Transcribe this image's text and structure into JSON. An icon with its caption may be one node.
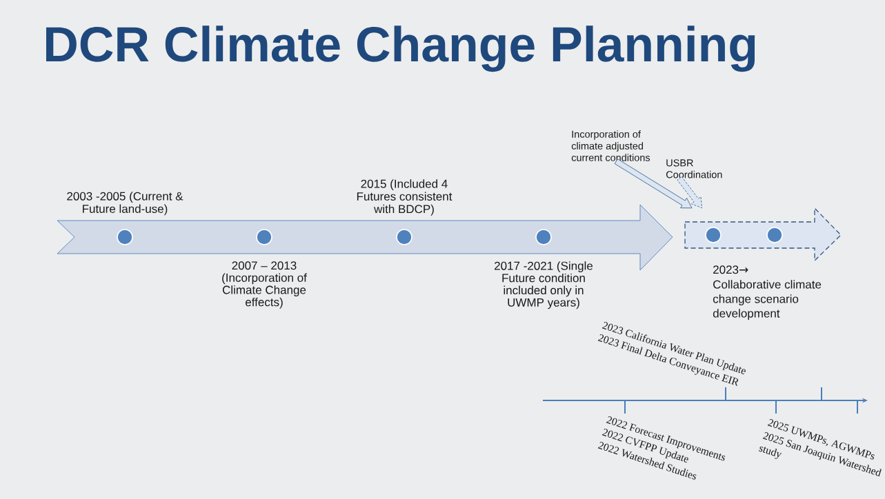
{
  "diagram": {
    "title": "DCR Climate Change Planning",
    "nodes": [
      {
        "text": [],
        "shape": "arrow"
      },
      {
        "text": [],
        "shape": "circle",
        "in": 0,
        "beside": [
          "2003 -2005 (Current & Future land-use)"
        ]
      },
      {
        "text": [],
        "shape": "circle",
        "in": 0,
        "beside": [
          "2007 – 2013 (Incorporation of Climate Change effects)"
        ]
      },
      {
        "text": [],
        "shape": "circle",
        "in": 0,
        "beside": [
          "2015 (Included 4 Futures consistent with BDCP)"
        ]
      },
      {
        "text": [],
        "shape": "circle",
        "in": 0,
        "beside": [
          "2017 -2021 (Single Future condition included only in UWMP years)"
        ]
      },
      {
        "text": [
          "Incorporation of climate adjusted current conditions"
        ]
      },
      {
        "text": [
          "USBR Coordination"
        ]
      },
      {
        "text": [],
        "shape": "arrow",
        "beside": [
          "2023→",
          "Collaborative climate change scenario development"
        ]
      },
      {
        "text": [],
        "shape": "circle",
        "in": 7
      },
      {
        "text": [],
        "shape": "circle",
        "in": 7
      }
    ],
    "edges": [
      {
        "from": 5,
        "to": 7,
        "arrow": "to"
      },
      {
        "from": 6,
        "to": 7,
        "arrow": "to",
        "style": "dashed"
      }
    ],
    "labels": [
      "2023 California Water Plan Update",
      "2023 Final Delta Conveyance EIR",
      "2022 Forecast Improvements",
      "2022 CVFPP Update",
      "2022 Watershed Studies",
      "2025 UWMPs, AGWMPs",
      "2025 San Joaquin Watershed study"
    ]
  }
}
